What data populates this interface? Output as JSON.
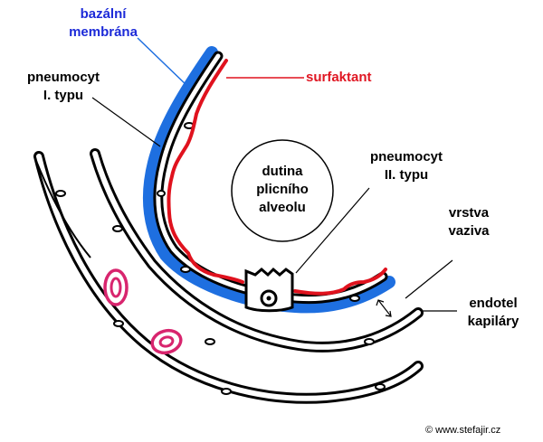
{
  "colors": {
    "basal_membrane": "#1e6fe0",
    "surfactant": "#e0121e",
    "outline": "#000000",
    "label_blue": "#1c2ad8",
    "label_red": "#e01622",
    "erythrocyte": "#d8256e",
    "background": "#ffffff"
  },
  "labels": {
    "basal_membrane": [
      "bazální",
      "membrána"
    ],
    "surfactant": "surfaktant",
    "pneumocyte_1": [
      "pneumocyt",
      "I. typu"
    ],
    "alveolar_cavity": [
      "dutina",
      "plicního",
      "alveolu"
    ],
    "pneumocyte_2": [
      "pneumocyt",
      "II. typu"
    ],
    "connective_layer": [
      "vrstva",
      "vaziva"
    ],
    "endothelium": [
      "endotel",
      "kapiláry"
    ]
  },
  "credit": "© www.stefajir.cz"
}
